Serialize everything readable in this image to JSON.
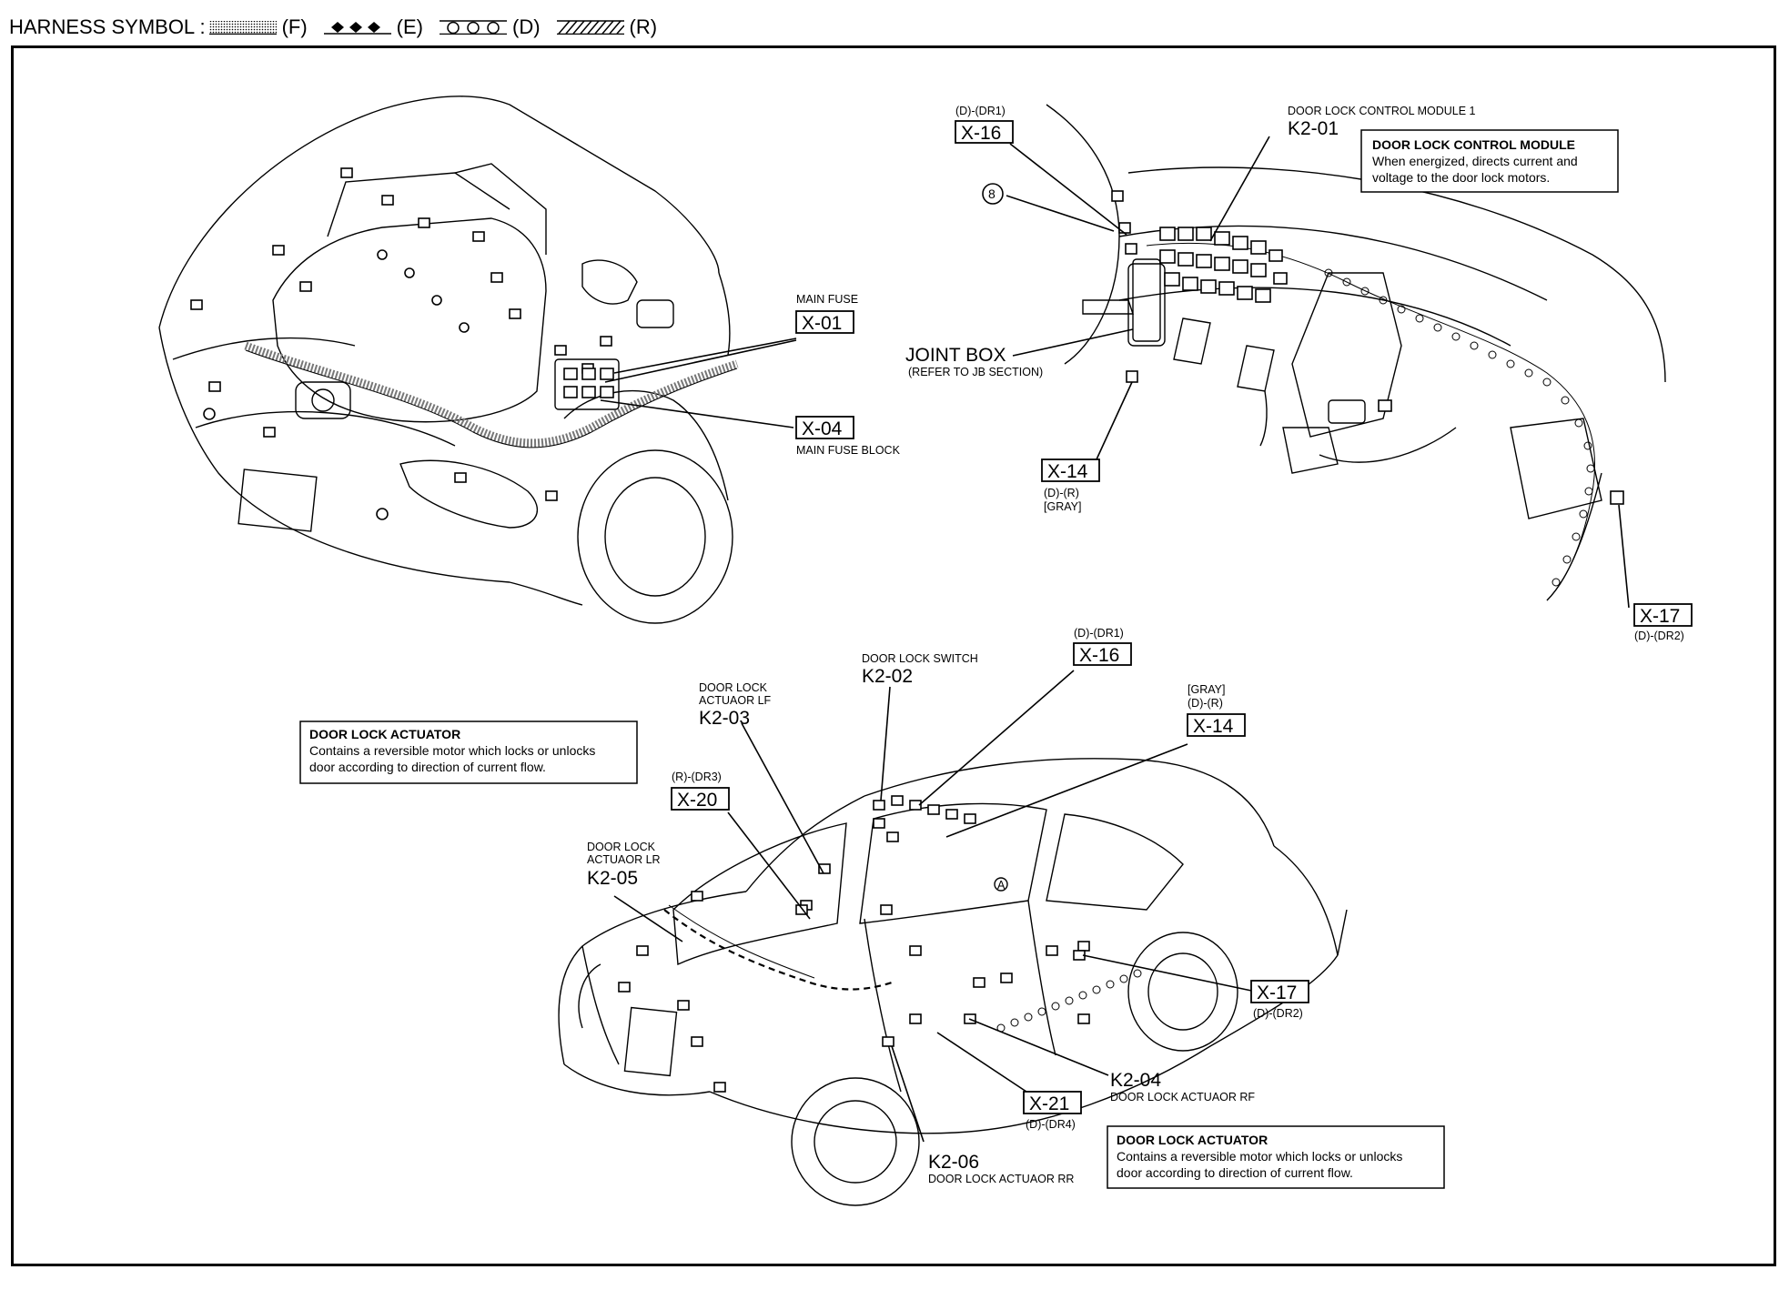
{
  "legend": {
    "title": "HARNESS SYMBOL :",
    "items": [
      {
        "code": "(F)",
        "pattern": "dotted-fill"
      },
      {
        "code": "(E)",
        "pattern": "diamonds"
      },
      {
        "code": "(D)",
        "pattern": "circles"
      },
      {
        "code": "(R)",
        "pattern": "hatched"
      }
    ]
  },
  "labels": {
    "main_fuse": {
      "title": "MAIN FUSE",
      "code": "X-01"
    },
    "main_fuse_block": {
      "code": "X-04",
      "title": "MAIN FUSE BLOCK"
    },
    "x16_top": {
      "sub": "(D)-(DR1)",
      "code": "X-16"
    },
    "ground_8": {
      "mark": "8"
    },
    "joint_box": {
      "title": "JOINT BOX",
      "sub": "(REFER TO JB SECTION)"
    },
    "x14_top": {
      "code": "X-14",
      "sub1": "(D)-(R)",
      "sub2": "[GRAY]"
    },
    "control_module_1": {
      "title": "DOOR LOCK CONTROL MODULE 1",
      "code": "K2-01"
    },
    "x17_top": {
      "code": "X-17",
      "sub": "(D)-(DR2)"
    },
    "x16_bottom": {
      "sub": "(D)-(DR1)",
      "code": "X-16"
    },
    "door_lock_switch": {
      "title": "DOOR LOCK SWITCH",
      "code": "K2-02"
    },
    "actuator_lf": {
      "title1": "DOOR LOCK",
      "title2": "ACTUAOR LF",
      "code": "K2-03"
    },
    "x14_bottom": {
      "sub1": "[GRAY]",
      "sub2": "(D)-(R)",
      "code": "X-14"
    },
    "x20": {
      "sub": "(R)-(DR3)",
      "code": "X-20"
    },
    "actuator_lr": {
      "title1": "DOOR LOCK",
      "title2": "ACTUAOR LR",
      "code": "K2-05"
    },
    "x17_bottom": {
      "code": "X-17",
      "sub": "(D)-(DR2)"
    },
    "actuator_rf": {
      "code": "K2-04",
      "title": "DOOR LOCK ACTUAOR RF"
    },
    "x21": {
      "code": "X-21",
      "sub": "(D)-(DR4)"
    },
    "actuator_rr": {
      "code": "K2-06",
      "title": "DOOR LOCK ACTUAOR RR"
    },
    "ground_a": {
      "mark": "A"
    }
  },
  "info_boxes": {
    "control_module": {
      "title": "DOOR LOCK CONTROL MODULE",
      "line1": "When energized, directs current and",
      "line2": "voltage to the door lock motors."
    },
    "actuator_left": {
      "title": "DOOR LOCK ACTUATOR",
      "line1": "Contains a reversible motor which locks or unlocks",
      "line2": "door according to direction of current flow."
    },
    "actuator_right": {
      "title": "DOOR LOCK ACTUATOR",
      "line1": "Contains a reversible motor which locks or unlocks",
      "line2": "door according to direction of current flow."
    }
  }
}
